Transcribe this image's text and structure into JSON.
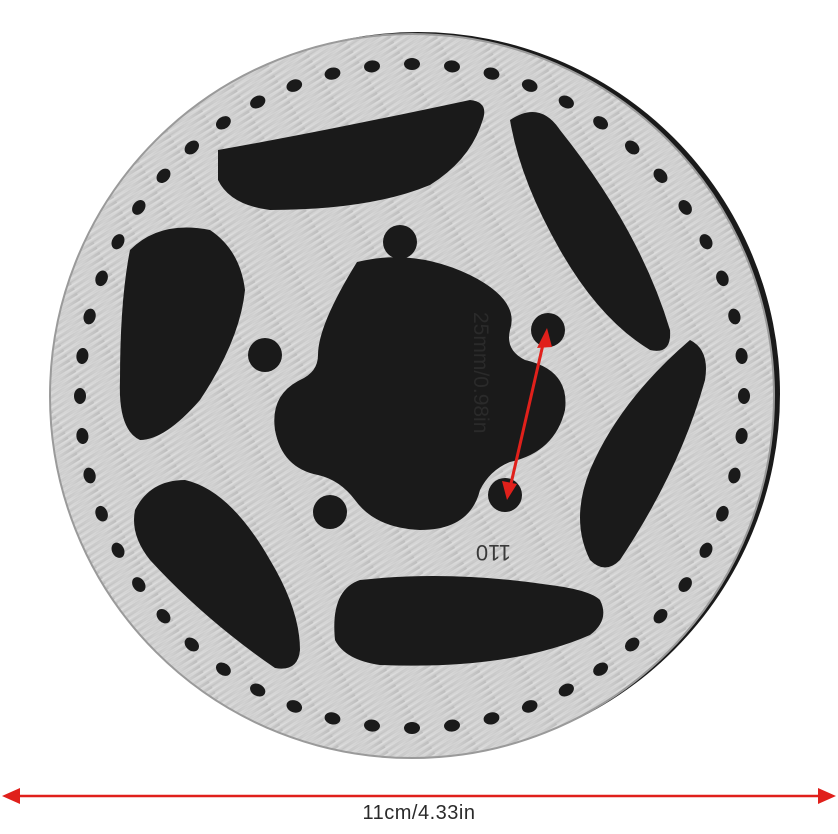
{
  "product": {
    "name": "brake-disc-rotor",
    "colors": {
      "metal_light": "#e6e6e6",
      "metal_mid": "#bdbdbd",
      "metal_dark": "#8a8a8a",
      "edge": "#555555",
      "arrow": "#e0201b",
      "text": "#2a2a2a"
    }
  },
  "annotations": {
    "bolt_spacing": "25mm/0.98in",
    "stamp": "110",
    "overall_width": "11cm/4.33in"
  }
}
